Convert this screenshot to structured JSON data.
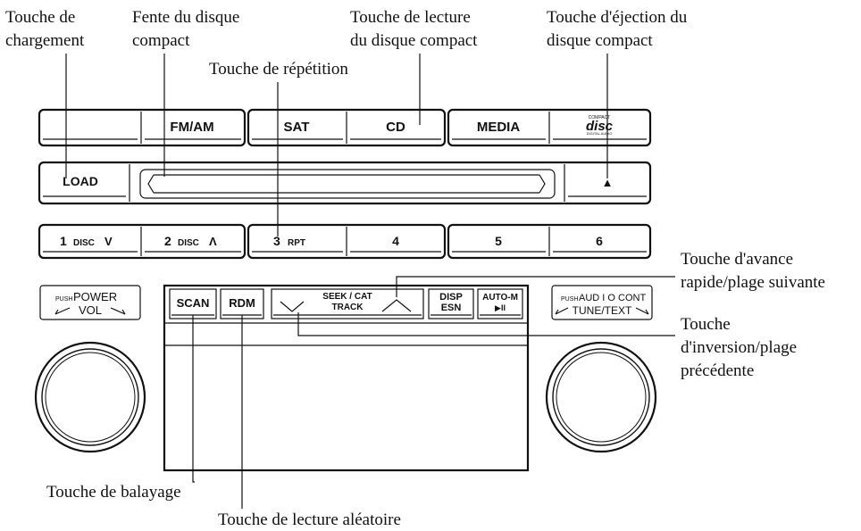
{
  "callouts": {
    "load_key": [
      "Touche de",
      "chargement"
    ],
    "cd_slot": [
      "Fente du disque",
      "compact"
    ],
    "cd_play_key": [
      "Touche de lecture",
      "du disque compact"
    ],
    "eject_key": [
      "Touche d'éjection du",
      "disque compact"
    ],
    "repeat_key": "Touche de répétition",
    "fast_forward_key": [
      "Touche d'avance",
      "rapide/plage suivante"
    ],
    "reverse_key": [
      "Touche",
      "d'inversion/plage",
      "précédente"
    ],
    "scan_key": "Touche de balayage",
    "random_key": "Touche de lecture aléatoire"
  },
  "panel": {
    "row1": [
      "",
      "FM/AM",
      "SAT",
      "CD",
      "MEDIA"
    ],
    "disc_logo": {
      "small_top": "COMPACT",
      "main": "disc",
      "small_bottom": "DIGITAL AUDIO"
    },
    "load": "LOAD",
    "eject_symbol": "▲",
    "presets": [
      {
        "num": "1",
        "label": "DISC",
        "arrow": "V"
      },
      {
        "num": "2",
        "label": "DISC",
        "arrow": "Λ"
      },
      {
        "num": "3",
        "label": "RPT",
        "arrow": ""
      },
      {
        "num": "4",
        "label": "",
        "arrow": ""
      },
      {
        "num": "5",
        "label": "",
        "arrow": ""
      },
      {
        "num": "6",
        "label": "",
        "arrow": ""
      }
    ],
    "power_knob": {
      "push": "PUSH",
      "title": "POWER",
      "sub": "VOL"
    },
    "audio_knob": {
      "push": "PUSH",
      "title": "AUD I O CONT",
      "sub": "TUNE/TEXT"
    },
    "display_buttons": {
      "scan": "SCAN",
      "rdm": "RDM",
      "seek_top": "SEEK / CAT",
      "seek_bottom": "TRACK",
      "disp_top": "DISP",
      "disp_bottom": "ESN",
      "autom_top": "AUTO-M",
      "autom_bottom": "▶II"
    }
  }
}
